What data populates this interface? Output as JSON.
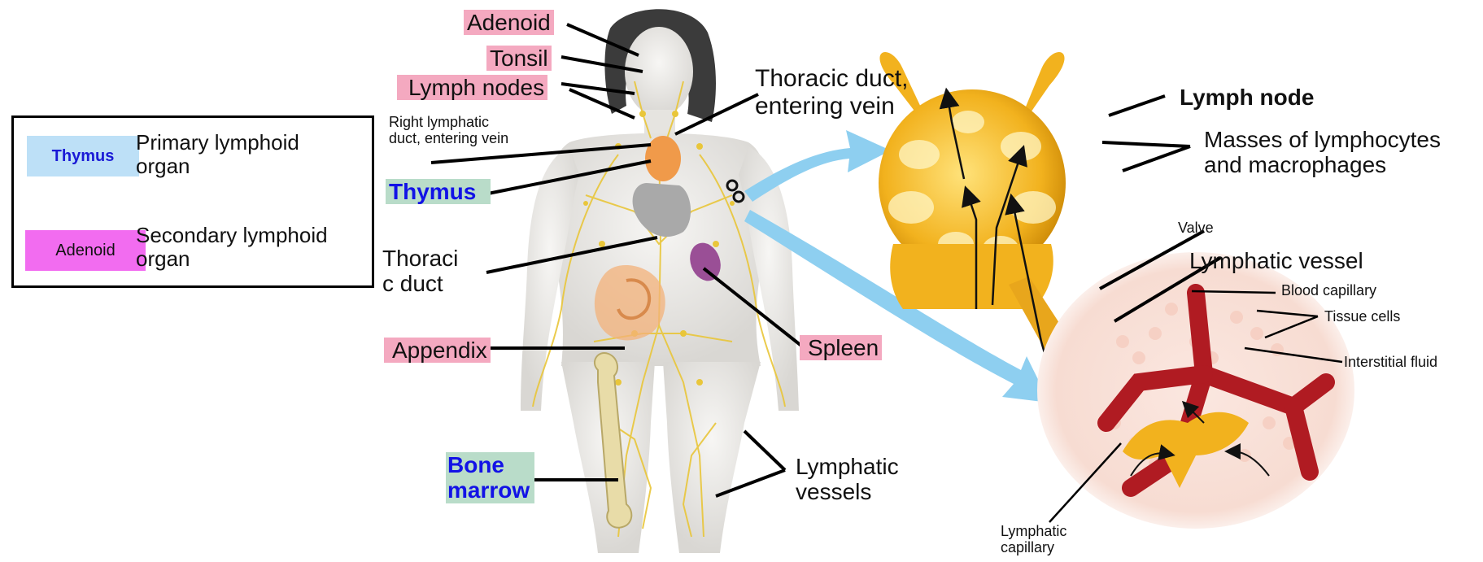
{
  "legend": {
    "items": [
      {
        "swatch": "Thymus",
        "text": "Primary lymphoid organ",
        "color": "#bde0f7",
        "text_color": "#1a1ad6"
      },
      {
        "swatch": "Adenoid",
        "text": "Secondary lymphoid organ",
        "color": "#f26cf0",
        "text_color": "#111111"
      }
    ]
  },
  "body_labels": {
    "adenoid": "Adenoid",
    "tonsil": "Tonsil",
    "lymph_nodes": "Lymph nodes",
    "right_lymphatic_duct": [
      "Right lymphatic",
      "duct, entering vein"
    ],
    "thymus": "Thymus",
    "thoracic_duct": [
      "Thoraci",
      "c duct"
    ],
    "appendix": "Appendix",
    "bone_marrow": [
      "Bone",
      "marrow"
    ],
    "thoracic_duct_entering": [
      "Thoracic duct,",
      "entering vein"
    ],
    "spleen": "Spleen",
    "lymphatic_vessels": [
      "Lymphatic",
      "vessels"
    ]
  },
  "node_labels": {
    "lymph_node": "Lymph node",
    "masses": [
      "Masses of lymphocytes",
      "and macrophages"
    ],
    "valve": "Valve",
    "lymphatic_vessel": "Lymphatic vessel",
    "blood_capillary": "Blood capillary",
    "tissue_cells": "Tissue cells",
    "interstitial_fluid": "Interstitial fluid",
    "lymphatic_capillary": [
      "Lymphatic",
      "capillary"
    ]
  },
  "colors": {
    "pink_label": "#f4a9c0",
    "teal_label": "#b9dcc9",
    "thymus_text": "#1212e6",
    "arrow_blue": "#8ecff0",
    "node_yellow": "#f2b21e"
  }
}
